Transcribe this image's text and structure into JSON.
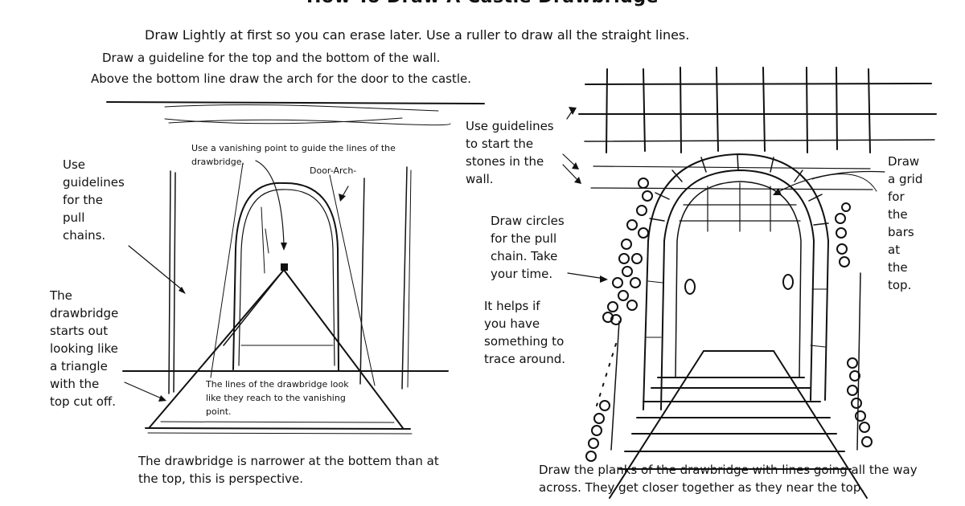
{
  "title": "How To Draw A Castle Drawbridge",
  "intro": "Draw Lightly at first so you can erase later. Use a ruller to draw all the straight lines.",
  "left": {
    "guideline_note": "Draw a guideline for the top and the bottom of the wall.",
    "arch_note": "Above the bottom line draw the arch for the door to the castle.",
    "vanishing_note": "Use a vanishing point to guide the lines of the\ndrawbridge.",
    "door_arch_label": "Door-Arch-",
    "pull_chains_note": "Use\nguidelines\nfor the\npull\nchains.",
    "triangle_note": "The\ndrawbridge\nstarts out\nlooking like\na triangle\nwith the\ntop cut off.",
    "lines_note": "The lines of the drawbridge look\nlike they reach to the vanishing\npoint.",
    "perspective_note": "The drawbridge is narrower at the bottem than at\nthe top, this is perspective."
  },
  "right": {
    "stones_note": "Use guidelines\nto start the\nstones in the\nwall.",
    "circles_note": "Draw circles\nfor the pull\nchain. Take\nyour time.",
    "trace_note": "It helps if\nyou have\nsomething to\ntrace around.",
    "grid_note": "Draw\na grid\nfor\nthe\nbars\nat\nthe\ntop.",
    "planks_note": "Draw the planks of the drawbridge with lines going all the way\nacross. They get closer together as they near the top."
  },
  "colors": {
    "ink": "#111111",
    "paper": "#ffffff"
  }
}
